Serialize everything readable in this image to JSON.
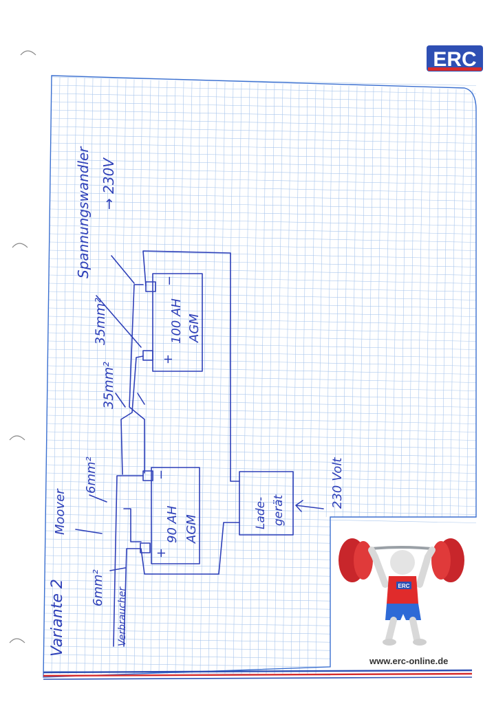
{
  "logo": {
    "text": "ERC"
  },
  "footer": {
    "url": "www.erc-online.de"
  },
  "mascot": {
    "shirt_text": "ERC"
  },
  "colors": {
    "ink": "#2d3fb8",
    "grid": "#a9c6ec",
    "brand_blue": "#2e4fb3",
    "brand_red": "#d62b2b"
  },
  "diagram": {
    "title": "Variante 2",
    "converter_label": "Spannungswandler",
    "converter_output": "→ 230V",
    "battery_top": {
      "line1": "100 AH",
      "line2": "AGM",
      "minus": "−",
      "plus": "+"
    },
    "battery_bottom": {
      "line1": "90 AH",
      "line2": "AGM",
      "minus": "−",
      "plus": "+"
    },
    "charger": {
      "line1": "Lade-",
      "line2": "gerät"
    },
    "mains": "230 Volt",
    "cable_35_a": "35mm²",
    "cable_35_b": "35mm²",
    "mover_label": "Moover",
    "cable_6_a": "6mm²",
    "cable_6_b": "6mm²",
    "consumer_label": "Verbraucher"
  }
}
